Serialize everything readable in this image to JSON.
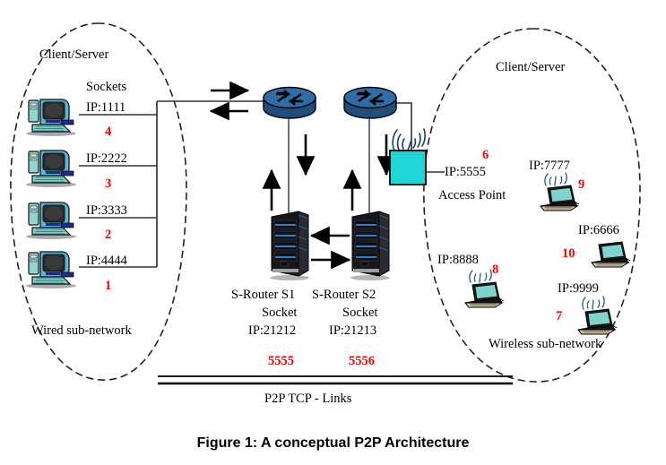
{
  "figure": {
    "caption": "Figure 1: A conceptual P2P Architecture"
  },
  "colors": {
    "router_blue": "#2E6DA8",
    "router_blue_dark": "#1F4E79",
    "access_point_cyan": "#1FD5D5",
    "pc_teal": "#7FD4CE",
    "pc_dark": "#2B2B2B",
    "laptop_screen": "#7FD4CE",
    "laptop_base": "#D8C9A0",
    "label_red": "#FF0000",
    "line_black": "#000000",
    "dash_gray": "#333333"
  },
  "left_cloud": {
    "title": "Client/Server",
    "sockets_label": "Sockets",
    "footer": "Wired sub-network",
    "hosts": [
      {
        "ip": "IP:1111",
        "num": "4",
        "icon": "desktop-computer-icon"
      },
      {
        "ip": "IP:2222",
        "num": "3",
        "icon": "desktop-computer-icon"
      },
      {
        "ip": "IP:3333",
        "num": "2",
        "icon": "desktop-computer-icon"
      },
      {
        "ip": "IP:4444",
        "num": "1",
        "icon": "desktop-computer-icon"
      }
    ]
  },
  "right_cloud": {
    "title": "Client/Server",
    "footer": "Wireless sub-network",
    "access_point": {
      "ip": "IP:5555",
      "name": "Access Point",
      "num": "6",
      "icon": "access-point-icon"
    },
    "hosts": [
      {
        "ip": "IP:7777",
        "num": "9",
        "icon": "wireless-laptop-icon"
      },
      {
        "ip": "IP:6666",
        "num": "10",
        "icon": "wireless-laptop-icon"
      },
      {
        "ip": "IP:8888",
        "num": "8",
        "icon": "wireless-laptop-icon"
      },
      {
        "ip": "IP:9999",
        "num": "7",
        "icon": "wireless-laptop-icon"
      }
    ]
  },
  "core": {
    "routers": [
      {
        "icon": "router-icon",
        "name": "router-s1"
      },
      {
        "icon": "router-icon",
        "name": "router-s2"
      }
    ],
    "servers": [
      {
        "name": "S-Router S1",
        "socket_label": "Socket",
        "ip": "IP:21212",
        "port": "5555",
        "icon": "server-rack-icon"
      },
      {
        "name": "S-Router S2",
        "socket_label": "Socket",
        "ip": "IP:21213",
        "port": "5556",
        "icon": "server-rack-icon"
      }
    ]
  },
  "p2p": {
    "label": "P2P TCP - Links"
  }
}
